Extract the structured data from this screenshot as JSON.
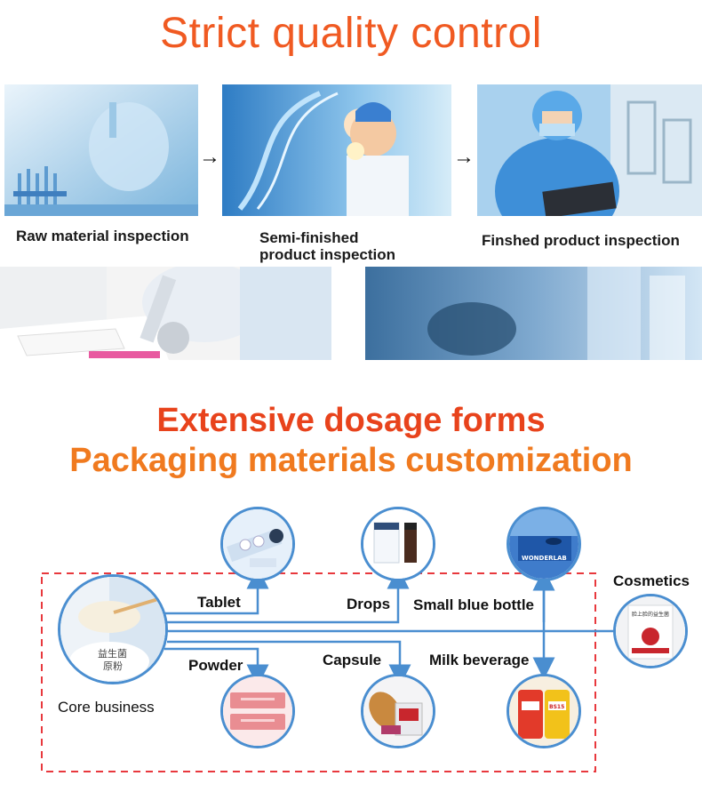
{
  "section1": {
    "title": "Strict quality control",
    "steps": [
      {
        "label": "Raw material inspection"
      },
      {
        "label_line1": "Semi-finished",
        "label_line2": "product inspection"
      },
      {
        "label": "Finshed product inspection"
      }
    ],
    "arrow_glyph": "→"
  },
  "section2": {
    "title_line1": "Extensive dosage forms",
    "title_line2": "Packaging materials customization",
    "core": {
      "label": "Core business",
      "bag_text_line1": "益生菌",
      "bag_text_line2": "原粉"
    },
    "branches": {
      "tablet": "Tablet",
      "drops": "Drops",
      "small_blue_bottle": "Small blue bottle",
      "cosmetics": "Cosmetics",
      "powder": "Powder",
      "capsule": "Capsule",
      "milk_beverage": "Milk beverage"
    },
    "product_texts": {
      "blue_bottle_brand": "WONDERLAB",
      "cosmetics_box": "脸上脸的益生菌",
      "milk_label": "BS15"
    }
  },
  "colors": {
    "title_orange": "#f05a22",
    "title_red": "#e8431c",
    "title_amber": "#f07a1f",
    "connector_blue": "#4a8ed0",
    "dash_red": "#e8383d"
  }
}
